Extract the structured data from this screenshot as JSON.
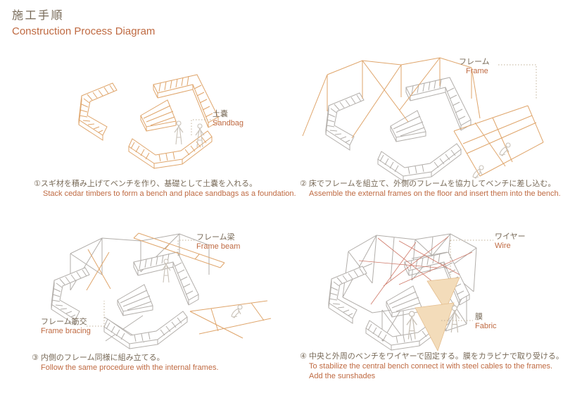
{
  "title": {
    "jp": "施工手順",
    "en": "Construction Process Diagram"
  },
  "panels": [
    {
      "step": "1",
      "caption_jp": "①スギ材を積み上げてベンチを作り、基礎として土嚢を入れる。",
      "caption_en": "Stack cedar timbers to form a bench and place sandbags as a foundation.",
      "labels": [
        {
          "jp": "土嚢",
          "en": "Sandbag"
        }
      ]
    },
    {
      "step": "2",
      "caption_jp": "② 床でフレームを組立て、外側のフレームを協力してベンチに差し込む。",
      "caption_en": "Assemble the external frames on the floor and insert them into the bench.",
      "labels": [
        {
          "jp": "フレーム",
          "en": "Frame"
        }
      ]
    },
    {
      "step": "3",
      "caption_jp": "③ 内側のフレーム同様に組み立てる。",
      "caption_en": "Follow the same procedure with the internal frames.",
      "labels": [
        {
          "jp": "フレーム梁",
          "en": "Frame beam"
        },
        {
          "jp": "フレーム筋交",
          "en": "Frame bracing"
        }
      ]
    },
    {
      "step": "4",
      "caption_jp": "④ 中央と外周のベンチをワイヤーで固定する。膜をカラビナで取り受ける。",
      "caption_en": "To stabilize the central bench connect it with steel cables to the frames.",
      "caption_en2": "Add the sunshades",
      "labels": [
        {
          "jp": "ワイヤー",
          "en": "Wire"
        },
        {
          "jp": "膜",
          "en": "Fabric"
        }
      ]
    }
  ],
  "colors": {
    "text-jp": "#776957",
    "text-en": "#bf6a42",
    "sketch-orange": "#dfa56b",
    "sketch-gray": "#b2aeaa",
    "figure-gray": "#c9c2b8",
    "wire-red": "#cf7a6a",
    "fabric-fill": "#f3dcba",
    "fabric-edge": "#e4bd8d",
    "leader-dot": "#c2b198"
  }
}
